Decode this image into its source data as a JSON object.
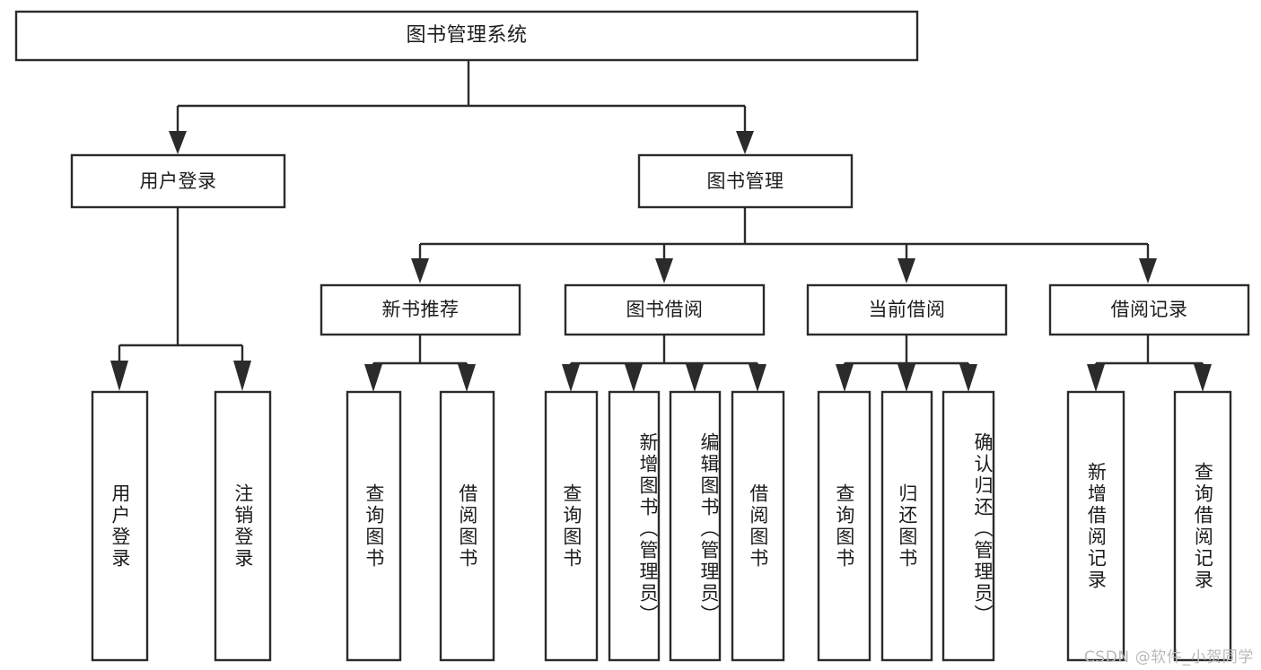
{
  "diagram": {
    "title": "图书管理系统",
    "type": "tree-hierarchy-diagram",
    "colors": {
      "stroke": "#2b2b2b",
      "fill": "#ffffff",
      "text": "#1c1c1c",
      "watermark": "#b9b9b9"
    },
    "root": {
      "label": "图书管理系统",
      "orientation": "horizontal"
    },
    "level1": [
      {
        "label": "用户登录",
        "orientation": "horizontal"
      },
      {
        "label": "图书管理",
        "orientation": "horizontal"
      }
    ],
    "level2": [
      {
        "label": "新书推荐",
        "orientation": "horizontal"
      },
      {
        "label": "图书借阅",
        "orientation": "horizontal"
      },
      {
        "label": "当前借阅",
        "orientation": "horizontal"
      },
      {
        "label": "借阅记录",
        "orientation": "horizontal"
      }
    ],
    "leaves": {
      "user_login": [
        {
          "label": "用户登录",
          "orientation": "vertical"
        },
        {
          "label": "注销登录",
          "orientation": "vertical"
        }
      ],
      "new_book_recommend": [
        {
          "label": "查询图书",
          "orientation": "vertical"
        },
        {
          "label": "借阅图书",
          "orientation": "vertical"
        }
      ],
      "book_borrow": [
        {
          "label": "查询图书",
          "orientation": "vertical"
        },
        {
          "label": "新增图书（管理员）",
          "orientation": "vertical"
        },
        {
          "label": "编辑图书（管理员）",
          "orientation": "vertical"
        },
        {
          "label": "借阅图书",
          "orientation": "vertical"
        }
      ],
      "current_borrow": [
        {
          "label": "查询图书",
          "orientation": "vertical"
        },
        {
          "label": "归还图书",
          "orientation": "vertical"
        },
        {
          "label": "确认归还（管理员）",
          "orientation": "vertical"
        }
      ],
      "borrow_record": [
        {
          "label": "新增借阅记录",
          "orientation": "vertical"
        },
        {
          "label": "查询借阅记录",
          "orientation": "vertical"
        }
      ]
    }
  },
  "watermark": {
    "text": "CSDN @软件_小贺同学"
  }
}
